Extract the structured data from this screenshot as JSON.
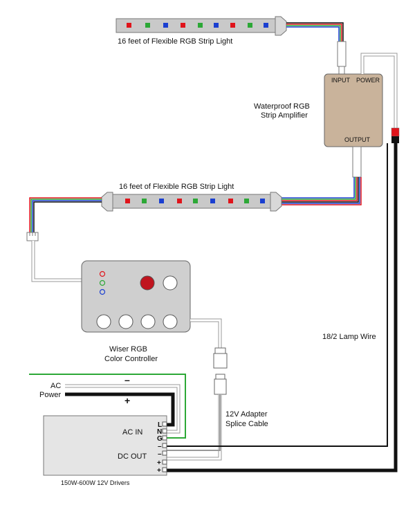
{
  "strip_top": {
    "label": "16 feet of Flexible RGB Strip Light"
  },
  "strip_mid": {
    "label": "16 feet of Flexible RGB Strip Light"
  },
  "amplifier": {
    "title_line1": "Waterproof RGB",
    "title_line2": "Strip Amplifier",
    "input_label": "INPUT",
    "power_label": "POWER",
    "output_label": "OUTPUT"
  },
  "controller": {
    "title_line1": "Wiser RGB",
    "title_line2": "Color Controller"
  },
  "ac_power": {
    "line1": "AC",
    "line2": "Power",
    "minus": "–",
    "plus": "+"
  },
  "lamp_wire": {
    "label": "18/2 Lamp Wire"
  },
  "adapter": {
    "line1": "12V Adapter",
    "line2": "Splice Cable"
  },
  "driver": {
    "title": "150W-600W 12V Drivers",
    "ac_in": "AC IN",
    "dc_out": "DC OUT",
    "term_l": "L",
    "term_n": "N",
    "term_g": "G",
    "term_m1": "–",
    "term_m2": "–",
    "term_p1": "+",
    "term_p2": "+"
  },
  "colors": {
    "red": "#e0141b",
    "green": "#2ca836",
    "blue": "#1a3fd1",
    "strip": "#c9c9c9",
    "amplifier": "#c9b39b",
    "controller": "#cfcfcf",
    "driver": "#e5e5e5"
  }
}
